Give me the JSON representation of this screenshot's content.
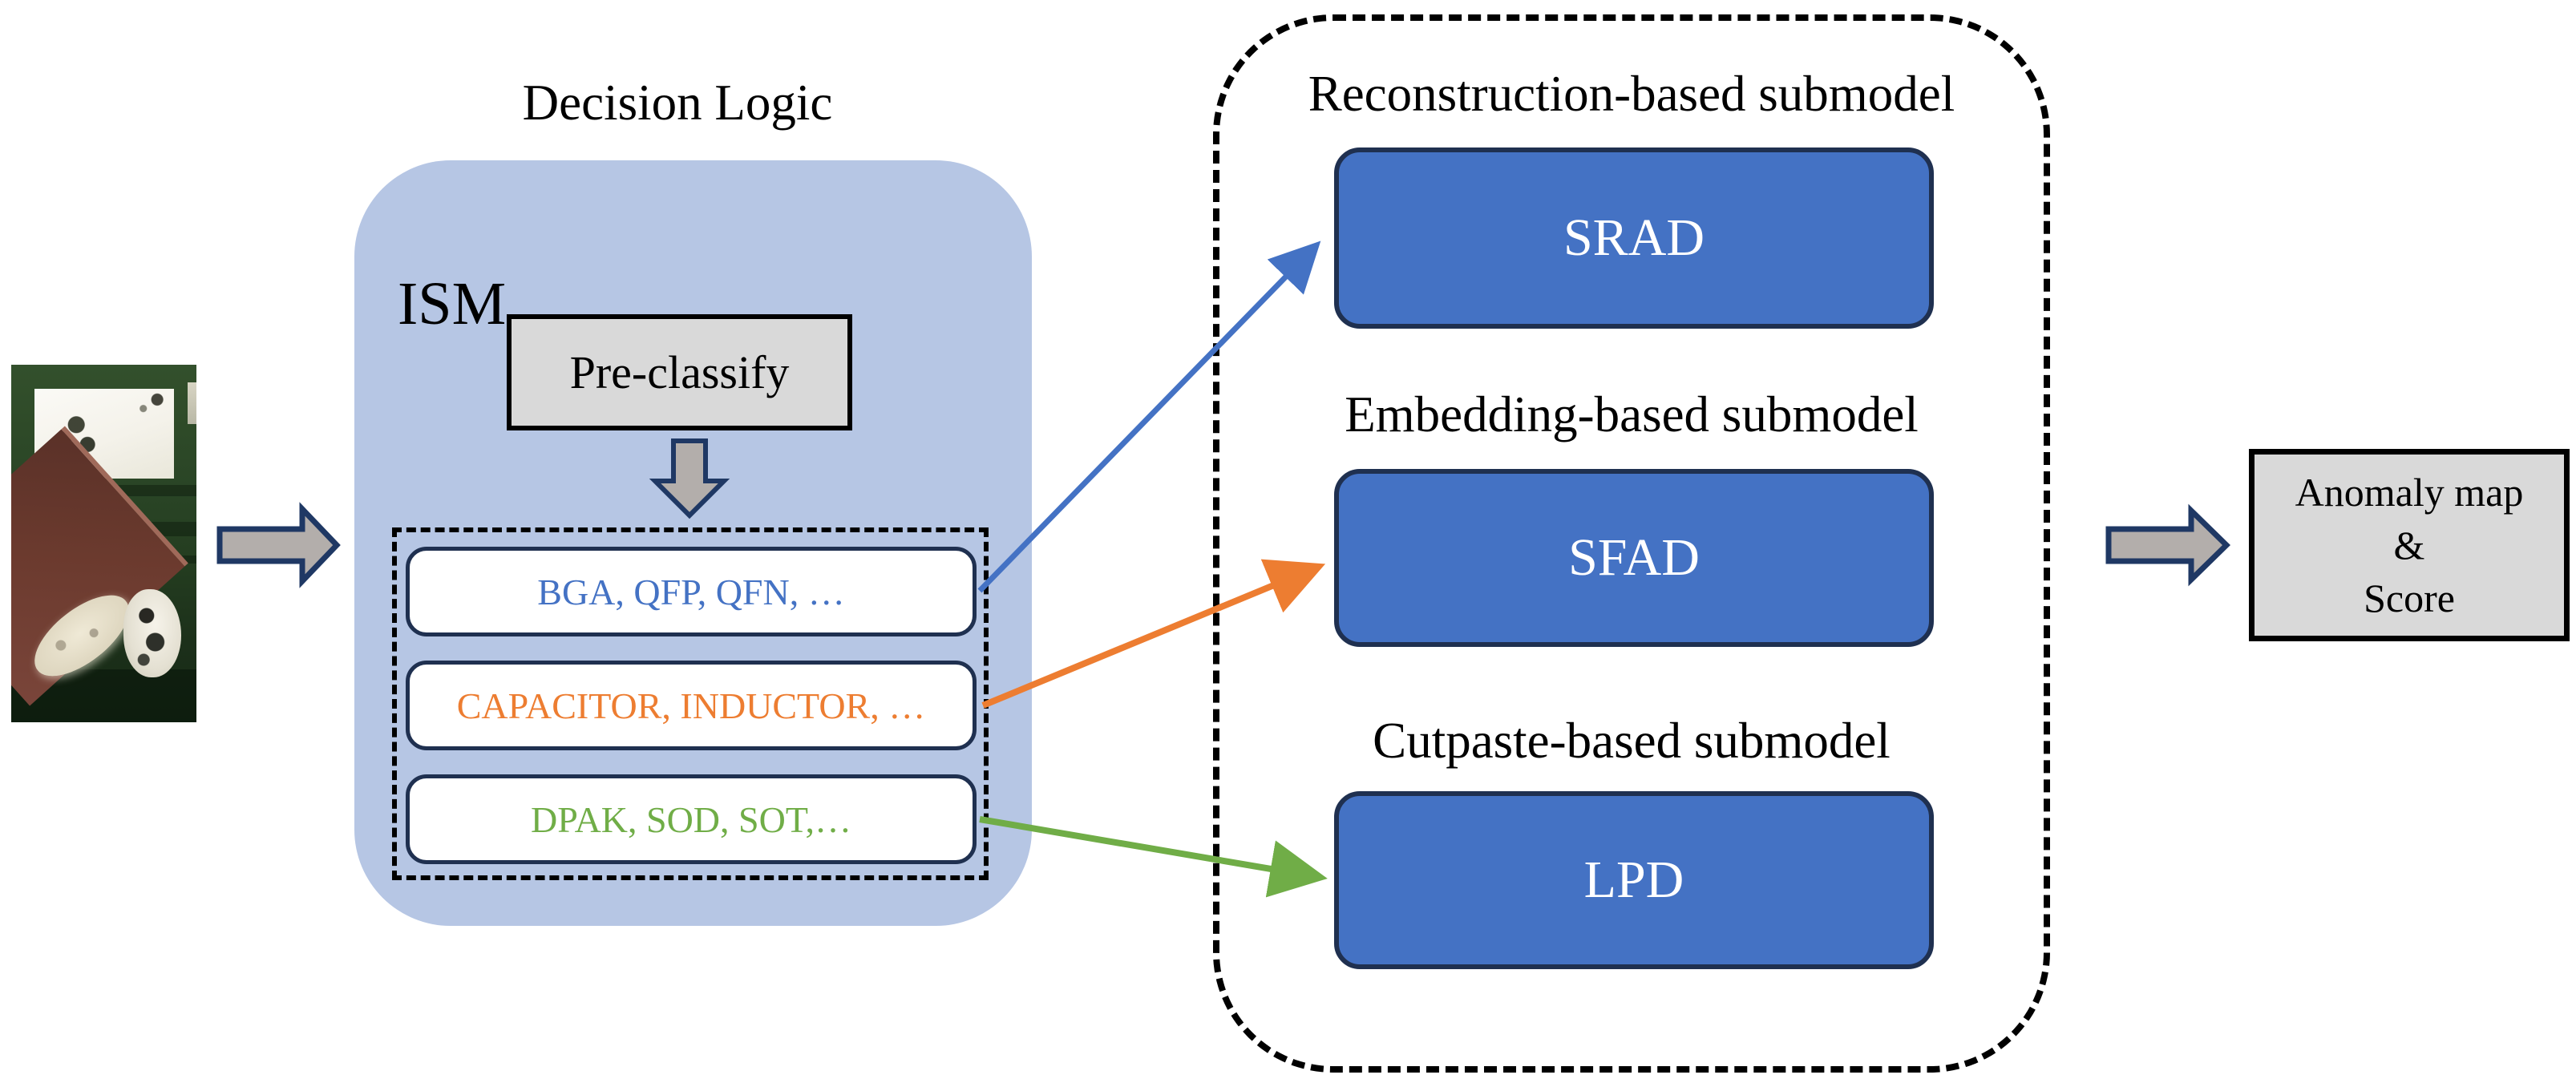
{
  "diagram": {
    "input_photo": {
      "name": "pcb-component-photo"
    },
    "decision_logic": {
      "title": "Decision Logic",
      "ism_label": "ISM",
      "preclassify_label": "Pre-classify",
      "classes": [
        {
          "label": "BGA, QFP, QFN, …",
          "color": "#4472c4"
        },
        {
          "label": "CAPACITOR, INDUCTOR, …",
          "color": "#ed7d31"
        },
        {
          "label": "DPAK, SOD, SOT,…",
          "color": "#70ad47"
        }
      ]
    },
    "submodels": [
      {
        "title": "Reconstruction-based submodel",
        "box_label": "SRAD",
        "arrow_color": "#4472c4"
      },
      {
        "title": "Embedding-based submodel",
        "box_label": "SFAD",
        "arrow_color": "#ed7d31"
      },
      {
        "title": "Cutpaste-based submodel",
        "box_label": "LPD",
        "arrow_color": "#70ad47"
      }
    ],
    "output": {
      "lines": [
        "Anomaly map",
        "&",
        "Score"
      ]
    },
    "colors": {
      "ism_fill": "#b6c6e4",
      "model_box_fill": "#4472c4",
      "model_box_border": "#1f3050",
      "gray_box_fill": "#d9d9d9",
      "block_arrow_fill": "#b3aeab",
      "block_arrow_border": "#1f3864",
      "class_blue": "#4472c4",
      "class_orange": "#ed7d31",
      "class_green": "#70ad47"
    }
  }
}
